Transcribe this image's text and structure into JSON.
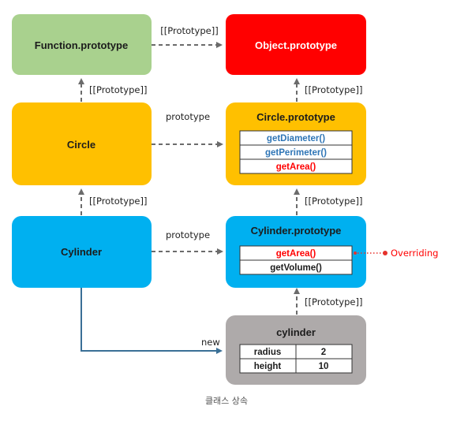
{
  "nodes": {
    "function_prototype": {
      "title": "Function.prototype",
      "color": "#a9d18e"
    },
    "object_prototype": {
      "title": "Object.prototype",
      "color": "#ff0000"
    },
    "circle": {
      "title": "Circle",
      "color": "#ffc000"
    },
    "circle_prototype": {
      "title": "Circle.prototype",
      "color": "#ffc000",
      "methods": [
        {
          "name": "getDiameter()",
          "color": "#2e75b6"
        },
        {
          "name": "getPerimeter()",
          "color": "#2e75b6"
        },
        {
          "name": "getArea()",
          "color": "#ff0000"
        }
      ]
    },
    "cylinder": {
      "title": "Cylinder",
      "color": "#00b0f0"
    },
    "cylinder_prototype": {
      "title": "Cylinder.prototype",
      "color": "#00b0f0",
      "methods": [
        {
          "name": "getArea()",
          "color": "#ff0000"
        },
        {
          "name": "getVolume()",
          "color": "#1c1c1c"
        }
      ]
    },
    "cylinder_instance": {
      "title": "cylinder",
      "color": "#aeaaaa",
      "rows": [
        {
          "key": "radius",
          "value": "2"
        },
        {
          "key": "height",
          "value": "10"
        }
      ]
    }
  },
  "edge_labels": {
    "function_to_object": "[[Prototype]]",
    "circle_to_function": "[[Prototype]]",
    "circle_proto_to_object": "[[Prototype]]",
    "cylinder_to_circle": "[[Prototype]]",
    "cylinder_proto_to_circle_proto": "[[Prototype]]",
    "instance_to_cylinder_proto": "[[Prototype]]",
    "circle_prototype_link": "prototype",
    "cylinder_prototype_link": "prototype",
    "new_link": "new"
  },
  "annotation": {
    "overriding": "Overriding",
    "color": "#ff0000"
  },
  "caption": "클래스 상속"
}
